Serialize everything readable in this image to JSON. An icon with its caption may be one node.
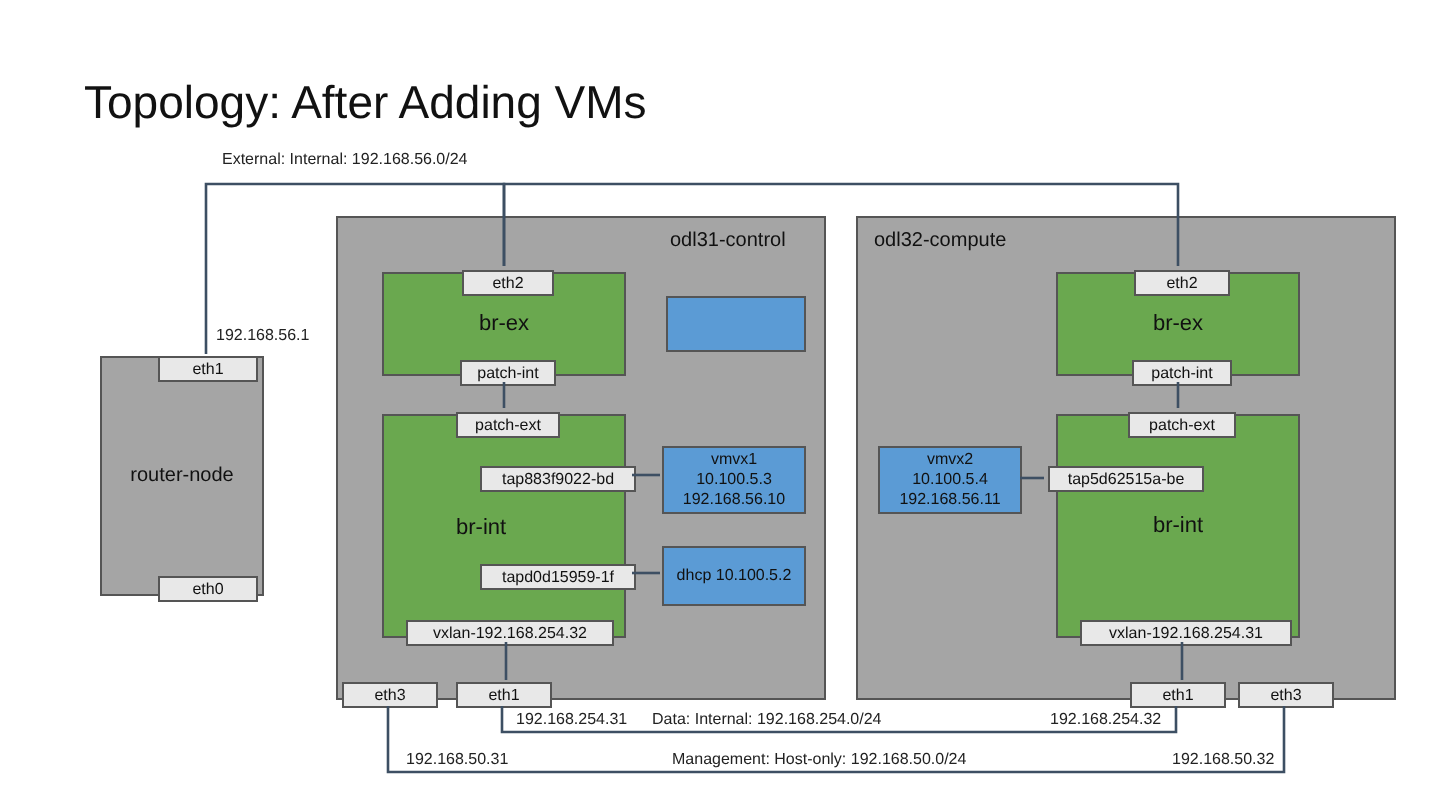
{
  "diagram": {
    "title": "Topology: After Adding VMs",
    "nodes": [
      {
        "text": [
          "router-node"
        ]
      },
      {
        "text": [
          "eth1"
        ],
        "in": 0,
        "beside": [
          "192.168.56.1"
        ]
      },
      {
        "text": [
          "eth0"
        ],
        "in": 0
      },
      {
        "text": [
          "odl31-control"
        ]
      },
      {
        "text": [
          "br-ex"
        ],
        "in": 3
      },
      {
        "text": [
          "eth2"
        ],
        "in": 4
      },
      {
        "text": [
          "patch-int"
        ],
        "in": 4
      },
      {
        "text": [],
        "shape": "box",
        "in": 3
      },
      {
        "text": [
          "br-int"
        ],
        "in": 3
      },
      {
        "text": [
          "patch-ext"
        ],
        "in": 8
      },
      {
        "text": [
          "tap883f9022-bd"
        ],
        "in": 8
      },
      {
        "text": [
          "tapd0d15959-1f"
        ],
        "in": 8
      },
      {
        "text": [
          "vxlan-192.168.254.32"
        ],
        "in": 8
      },
      {
        "text": [
          "vmvx1 10.100.5.3 192.168.56.10"
        ],
        "in": 3
      },
      {
        "text": [
          "dhcp 10.100.5.2"
        ],
        "in": 3
      },
      {
        "text": [
          "eth3"
        ],
        "in": 3,
        "beside": [
          "192.168.50.31"
        ]
      },
      {
        "text": [
          "eth1"
        ],
        "in": 3,
        "beside": [
          "192.168.254.31"
        ]
      },
      {
        "text": [
          "odl32-compute"
        ]
      },
      {
        "text": [
          "br-ex"
        ],
        "in": 17
      },
      {
        "text": [
          "eth2"
        ],
        "in": 18
      },
      {
        "text": [
          "patch-int"
        ],
        "in": 18
      },
      {
        "text": [
          "br-int"
        ],
        "in": 17
      },
      {
        "text": [
          "patch-ext"
        ],
        "in": 21
      },
      {
        "text": [
          "tap5d62515a-be"
        ],
        "in": 21
      },
      {
        "text": [
          "vxlan-192.168.254.31"
        ],
        "in": 21
      },
      {
        "text": [
          "vmvx2 10.100.5.4 192.168.56.11"
        ],
        "in": 17
      },
      {
        "text": [
          "eth1"
        ],
        "in": 17,
        "beside": [
          "192.168.254.32"
        ]
      },
      {
        "text": [
          "eth3"
        ],
        "in": 17,
        "beside": [
          "192.168.50.32"
        ]
      }
    ],
    "edges": [
      {
        "from": 1,
        "to": 5,
        "arrow": "none",
        "label": "External: Internal: 192.168.56.0/24"
      },
      {
        "from": 5,
        "to": 19,
        "arrow": "none"
      },
      {
        "from": 6,
        "to": 9,
        "arrow": "none"
      },
      {
        "from": 10,
        "to": 13,
        "arrow": "none"
      },
      {
        "from": 11,
        "to": 14,
        "arrow": "none"
      },
      {
        "from": 12,
        "to": 16,
        "arrow": "none"
      },
      {
        "from": 20,
        "to": 22,
        "arrow": "none"
      },
      {
        "from": 25,
        "to": 23,
        "arrow": "none"
      },
      {
        "from": 24,
        "to": 26,
        "arrow": "none"
      },
      {
        "from": 16,
        "to": 26,
        "arrow": "none",
        "label": "Data: Internal: 192.168.254.0/24"
      },
      {
        "from": 15,
        "to": 27,
        "arrow": "none",
        "label": "Management: Host-only: 192.168.50.0/24"
      }
    ]
  }
}
